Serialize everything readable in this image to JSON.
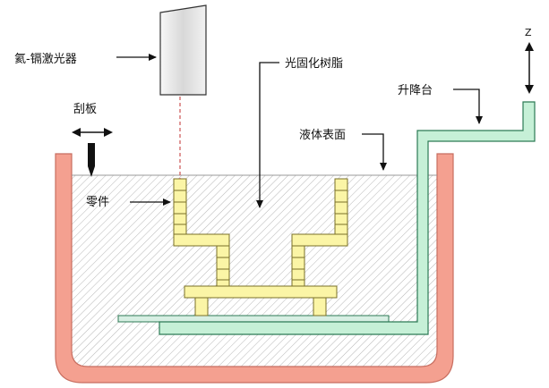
{
  "labels": {
    "laser": "氦-镉激光器",
    "resin": "光固化树脂",
    "scraper": "刮板",
    "platform": "升降台",
    "surface": "液体表面",
    "part": "零件",
    "z_axis": "Z"
  },
  "colors": {
    "tank": "#f4a090",
    "tank_edge": "#c86e60",
    "liquid_hatch": "#b7b7b7",
    "part_fill": "#fbf5a6",
    "part_edge": "#7a7028",
    "platform_fill": "#c6f0d7",
    "platform_edge": "#2c7a55",
    "base_plate": "#d7efe3",
    "laser_body": "#e9e9e9",
    "laser_edge": "#333333",
    "beam": "#d06060"
  }
}
